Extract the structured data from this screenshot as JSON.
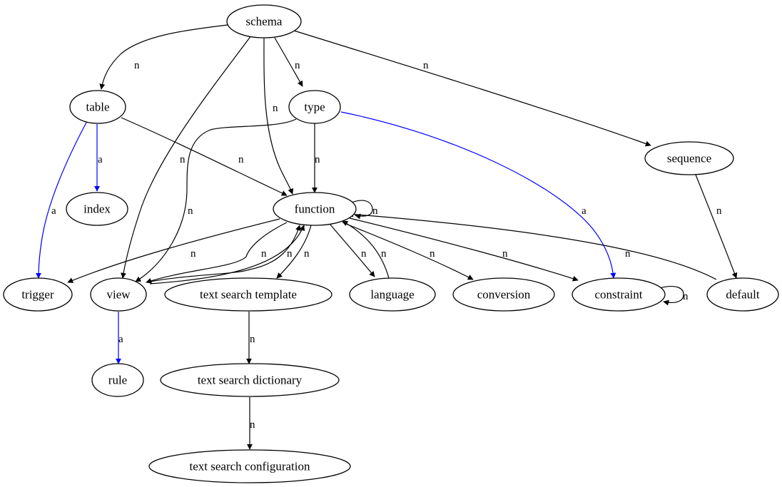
{
  "colors": {
    "default_edge": "#000000",
    "highlight_edge": "#0000ff"
  },
  "nodes": {
    "schema": "schema",
    "table": "table",
    "type": "type",
    "sequence": "sequence",
    "index": "index",
    "function": "function",
    "trigger": "trigger",
    "view": "view",
    "text_search_template": "text search template",
    "language": "language",
    "conversion": "conversion",
    "constraint": "constraint",
    "default": "default",
    "rule": "rule",
    "text_search_dictionary": "text search dictionary",
    "text_search_configuration": "text search configuration"
  },
  "edges": [
    {
      "id": "schema-table",
      "from": "schema",
      "to": "table",
      "label": "n",
      "color": "#000000"
    },
    {
      "id": "schema-view",
      "from": "schema",
      "to": "view",
      "label": "n",
      "color": "#000000"
    },
    {
      "id": "schema-function",
      "from": "schema",
      "to": "function",
      "label": "n",
      "color": "#000000"
    },
    {
      "id": "schema-type",
      "from": "schema",
      "to": "type",
      "label": "n",
      "color": "#000000"
    },
    {
      "id": "schema-sequence",
      "from": "schema",
      "to": "sequence",
      "label": "n",
      "color": "#000000"
    },
    {
      "id": "table-trigger",
      "from": "table",
      "to": "trigger",
      "label": "a",
      "color": "#0000ff"
    },
    {
      "id": "table-index",
      "from": "table",
      "to": "index",
      "label": "a",
      "color": "#0000ff"
    },
    {
      "id": "table-function",
      "from": "table",
      "to": "function",
      "label": "n",
      "color": "#000000"
    },
    {
      "id": "type-view",
      "from": "type",
      "to": "view",
      "label": "n",
      "color": "#000000"
    },
    {
      "id": "type-function",
      "from": "type",
      "to": "function",
      "label": "n",
      "color": "#000000"
    },
    {
      "id": "type-constraint",
      "from": "type",
      "to": "constraint",
      "label": "a",
      "color": "#0000ff"
    },
    {
      "id": "sequence-default",
      "from": "sequence",
      "to": "default",
      "label": "n",
      "color": "#000000"
    },
    {
      "id": "function-self",
      "from": "function",
      "to": "function",
      "label": "n",
      "color": "#000000"
    },
    {
      "id": "function-trigger",
      "from": "function",
      "to": "trigger",
      "label": "n",
      "color": "#000000"
    },
    {
      "id": "function-view",
      "from": "function",
      "to": "view",
      "label": "n",
      "color": "#000000"
    },
    {
      "id": "view-function",
      "from": "view",
      "to": "function",
      "label": "n",
      "color": "#000000"
    },
    {
      "id": "function-text-search-template",
      "from": "function",
      "to": "text search template",
      "label": "n",
      "color": "#000000"
    },
    {
      "id": "function-language",
      "from": "function",
      "to": "language",
      "label": "n",
      "color": "#000000"
    },
    {
      "id": "language-function",
      "from": "language",
      "to": "function",
      "label": "n",
      "color": "#000000"
    },
    {
      "id": "function-conversion",
      "from": "function",
      "to": "conversion",
      "label": "n",
      "color": "#000000"
    },
    {
      "id": "function-constraint",
      "from": "function",
      "to": "constraint",
      "label": "n",
      "color": "#000000"
    },
    {
      "id": "default-function",
      "from": "default",
      "to": "function",
      "label": "n",
      "color": "#000000"
    },
    {
      "id": "constraint-self",
      "from": "constraint",
      "to": "constraint",
      "label": "n",
      "color": "#000000"
    },
    {
      "id": "view-rule",
      "from": "view",
      "to": "rule",
      "label": "a",
      "color": "#0000ff"
    },
    {
      "id": "template-dictionary",
      "from": "text search template",
      "to": "text search dictionary",
      "label": "n",
      "color": "#000000"
    },
    {
      "id": "dictionary-configuration",
      "from": "text search dictionary",
      "to": "text search configuration",
      "label": "n",
      "color": "#000000"
    }
  ]
}
